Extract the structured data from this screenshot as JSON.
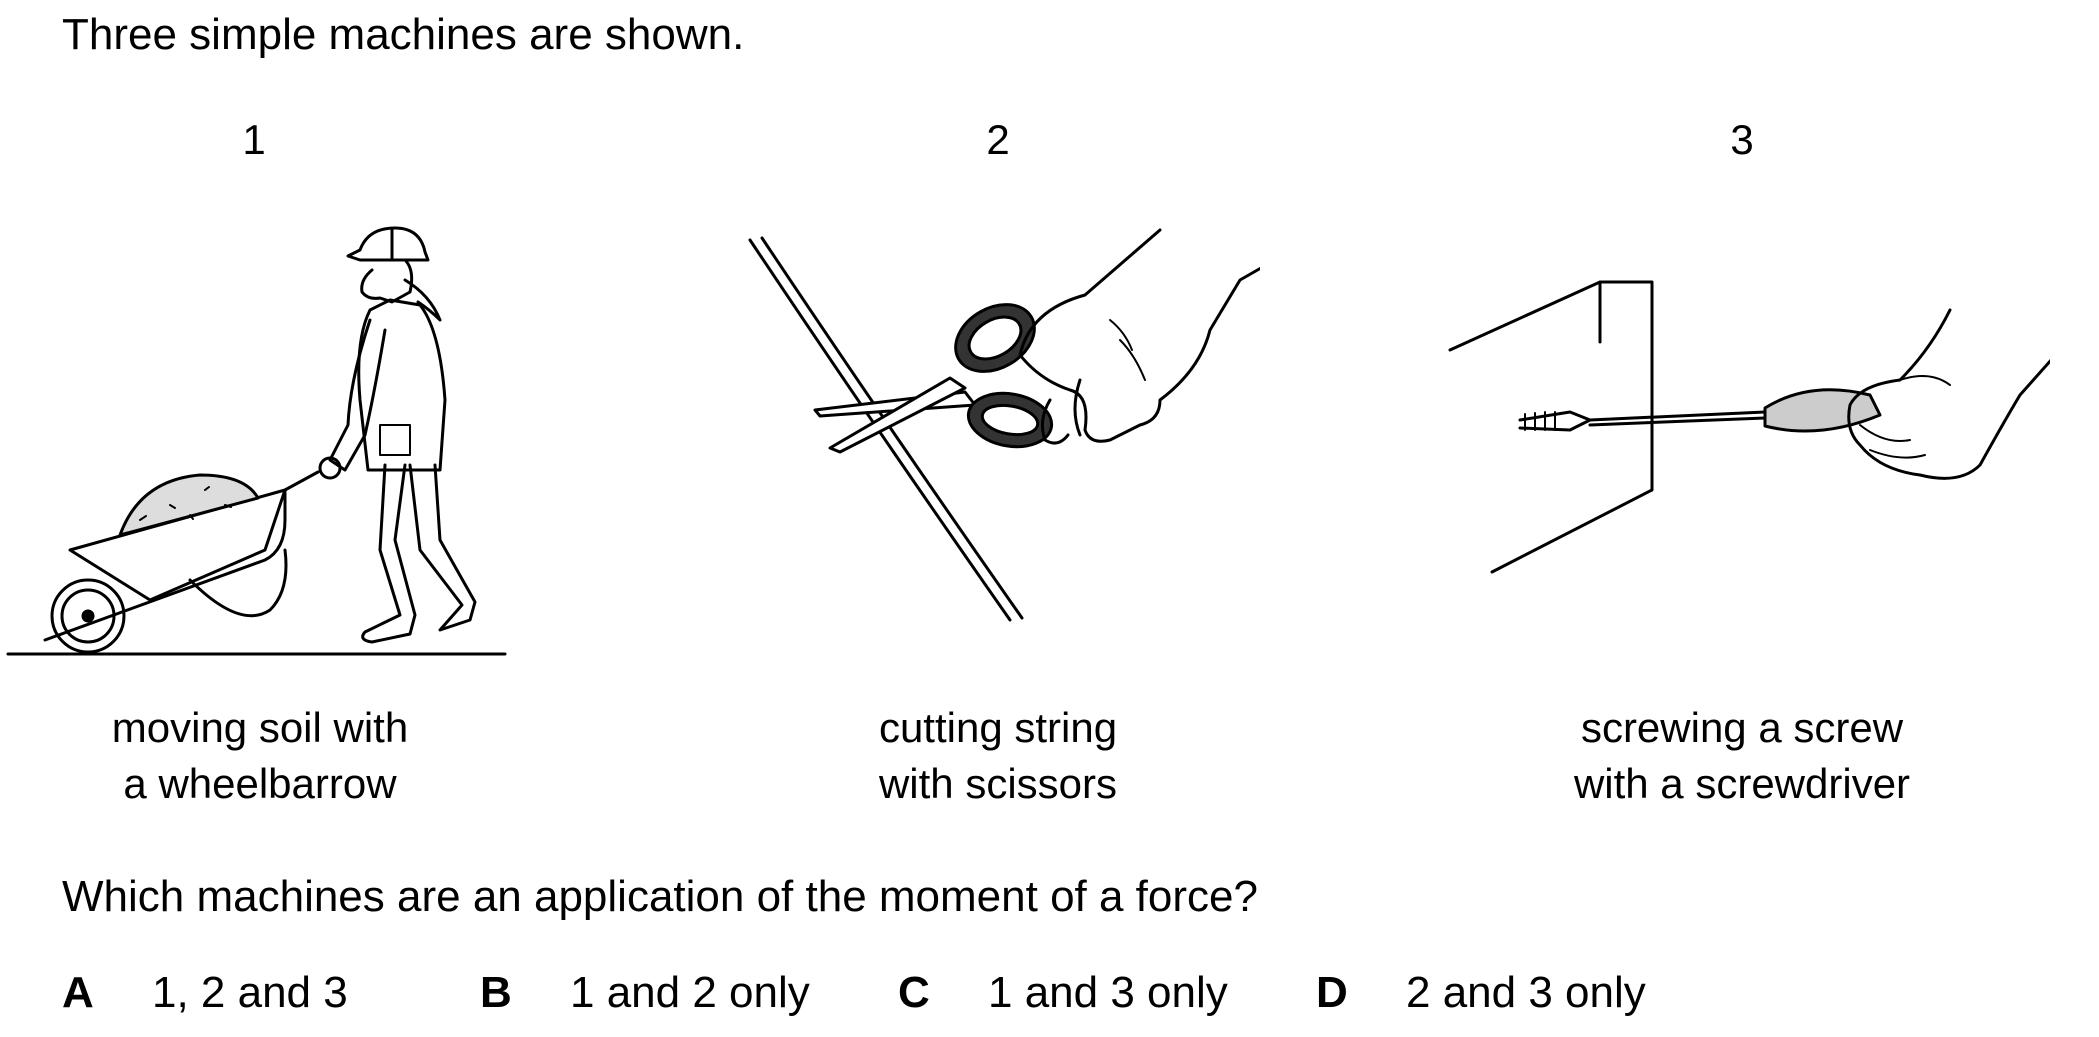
{
  "intro": "Three simple machines are shown.",
  "machines": [
    {
      "number": "1",
      "caption_line1": "moving soil with",
      "caption_line2": "a wheelbarrow",
      "image": "wheelbarrow-worker"
    },
    {
      "number": "2",
      "caption_line1": "cutting string",
      "caption_line2": "with scissors",
      "image": "hand-scissors-string"
    },
    {
      "number": "3",
      "caption_line1": "screwing a screw",
      "caption_line2": "with a screwdriver",
      "image": "hand-screwdriver-wall"
    }
  ],
  "question": "Which machines are an application of the moment of a force?",
  "options": [
    {
      "letter": "A",
      "text": "1, 2 and 3"
    },
    {
      "letter": "B",
      "text": "1 and 2 only"
    },
    {
      "letter": "C",
      "text": "1 and 3 only"
    },
    {
      "letter": "D",
      "text": "2 and 3 only"
    }
  ]
}
